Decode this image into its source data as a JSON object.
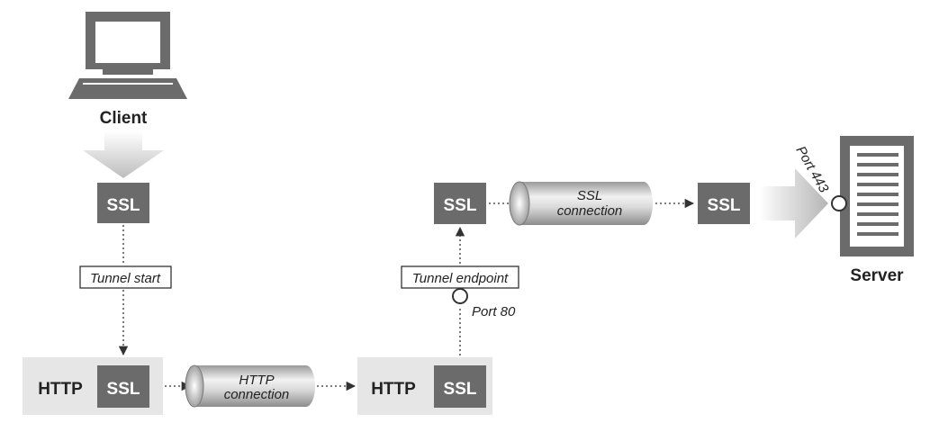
{
  "client": {
    "label": "Client",
    "icon": "computer-monitor-icon"
  },
  "server": {
    "label": "Server",
    "icon": "server-tower-icon",
    "port": "Port 443"
  },
  "boxes": {
    "ssl": "SSL",
    "http": "HTTP"
  },
  "tunnel_start": "Tunnel start",
  "tunnel_endpoint": "Tunnel endpoint",
  "port_80": "Port 80",
  "http_connection": {
    "line1": "HTTP",
    "line2": "connection"
  },
  "ssl_connection": {
    "line1": "SSL",
    "line2": "connection"
  },
  "colors": {
    "box_dark": "#6b6b6b",
    "box_light": "#e6e6e6",
    "arrow": "#333333"
  }
}
